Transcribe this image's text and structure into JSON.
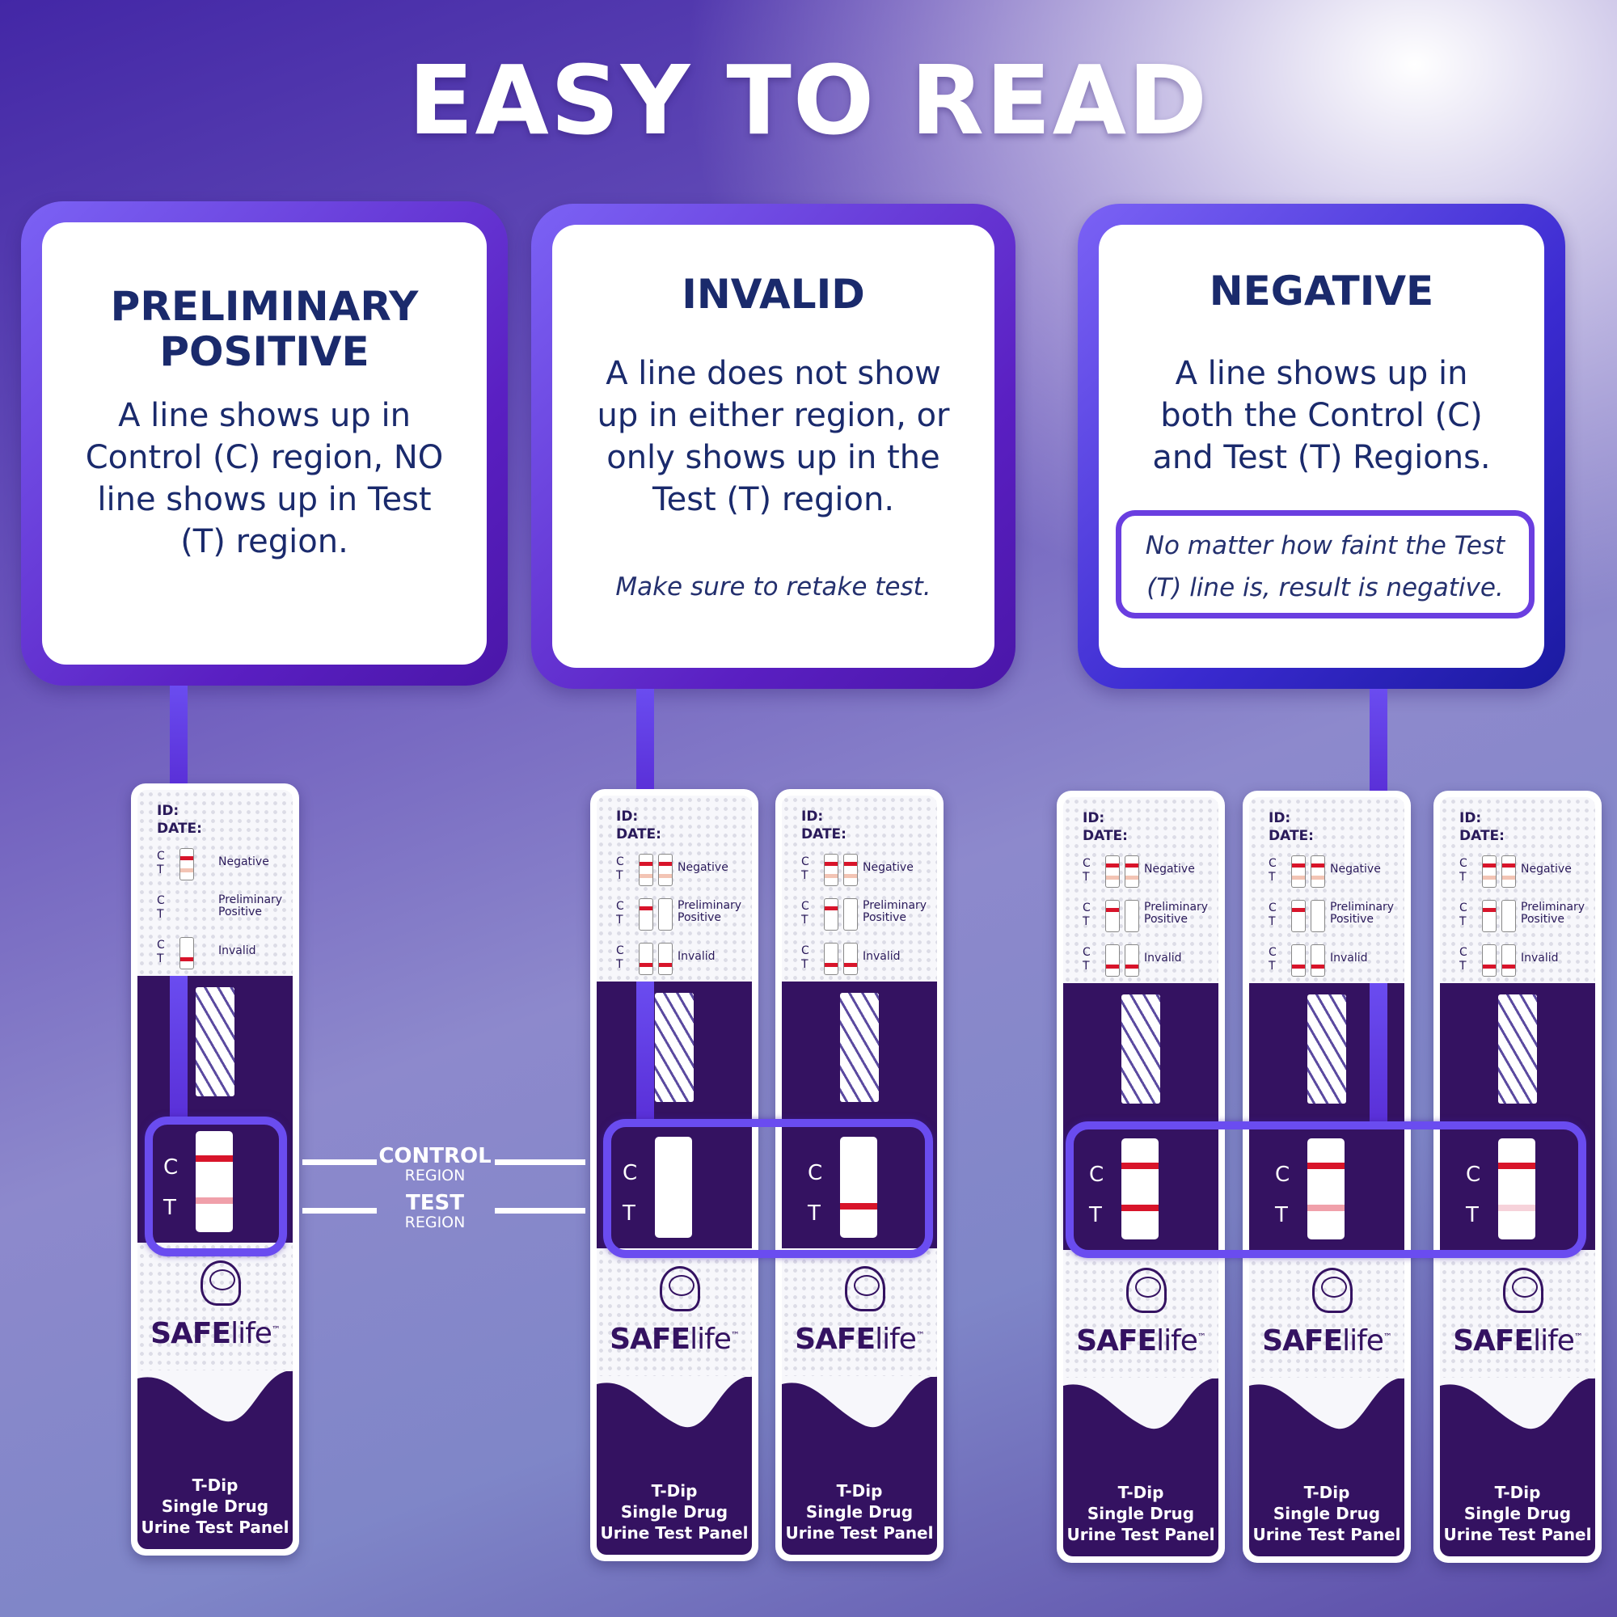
{
  "title": "EASY TO READ",
  "cards": [
    {
      "title": [
        "PRELIMINARY",
        "POSITIVE"
      ],
      "body": [
        "A line shows up in",
        "Control (C) region, NO",
        "line shows up in Test",
        "(T) region."
      ]
    },
    {
      "title": [
        "INVALID"
      ],
      "body": [
        "A line does not show",
        "up in either region, or",
        "only shows up in the",
        "Test (T) region."
      ],
      "note": "Make sure to retake test."
    },
    {
      "title": [
        "NEGATIVE"
      ],
      "body": [
        "A line shows up in",
        "both the Control (C)",
        "and Test (T) Regions."
      ],
      "note_lines": [
        "No matter how faint the Test",
        "(T) line is, result is negative."
      ]
    }
  ],
  "region_labels": {
    "control": "CONTROL",
    "control_sub": "REGION",
    "test": "TEST",
    "test_sub": "REGION"
  },
  "strip_common": {
    "id_label": "ID:",
    "date_label": "DATE:",
    "c": "C",
    "t": "T",
    "legend": [
      "Negative",
      "Preliminary Positive",
      "Invalid"
    ],
    "brand_bold": "SAFE",
    "brand_light": "life",
    "tm": "™",
    "product": [
      "T-Dip",
      "Single Drug",
      "Urine Test Panel"
    ],
    "colors": {
      "red": "#d8142a",
      "pink": "#f0a0aa",
      "faint": "#f6d2da",
      "legend_faint": "#f3c4b4"
    }
  },
  "strips": [
    {
      "result": "preliminary-positive",
      "c_line": "red",
      "t_line": "pink"
    },
    {
      "result": "invalid",
      "c_line": null,
      "t_line": null
    },
    {
      "result": "invalid",
      "c_line": null,
      "t_line": "red"
    },
    {
      "result": "negative",
      "c_line": "red",
      "t_line": "red"
    },
    {
      "result": "negative",
      "c_line": "red",
      "t_line": "pink"
    },
    {
      "result": "negative",
      "c_line": "red",
      "t_line": "faint"
    }
  ]
}
